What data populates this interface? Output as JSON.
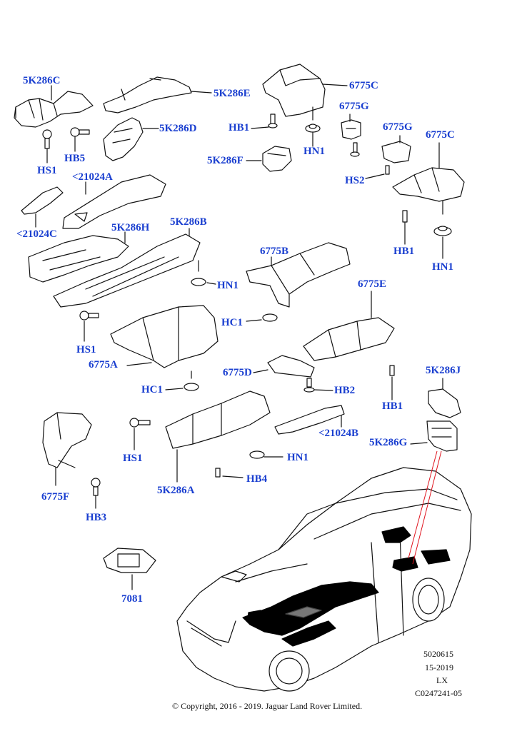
{
  "labels": {
    "5K286C": "5K286C",
    "5K286E": "5K286E",
    "6775C_top": "6775C",
    "6775G_a": "6775G",
    "6775G_b": "6775G",
    "6775C_b": "6775C",
    "HB1_a": "HB1",
    "5K286D": "5K286D",
    "HN1_a": "HN1",
    "HS1_a": "HS1",
    "HB5": "HB5",
    "5K286F": "5K286F",
    "HS2": "HS2",
    "21024A": "<21024A",
    "21024C": "<21024C",
    "5K286H": "5K286H",
    "5K286B": "5K286B",
    "HB1_b": "HB1",
    "HN1_b": "HN1",
    "6775B": "6775B",
    "HN1_c": "HN1",
    "6775E": "6775E",
    "HC1_a": "HC1",
    "HS1_b": "HS1",
    "6775A": "6775A",
    "6775D": "6775D",
    "5K286J": "5K286J",
    "HC1_b": "HC1",
    "HB2": "HB2",
    "HB1_c": "HB1",
    "21024B": "<21024B",
    "5K286G": "5K286G",
    "HS1_c": "HS1",
    "HN1_d": "HN1",
    "6775F": "6775F",
    "HB4": "HB4",
    "5K286A": "5K286A",
    "HB3": "HB3",
    "7081": "7081"
  },
  "meta": {
    "line1": "5020615",
    "line2": "15-2019",
    "line3": "LX",
    "line4": "C0247241-05"
  },
  "copyright": "© Copyright, 2016 - 2019. Jaguar Land Rover Limited.",
  "colors": {
    "label": "#1a3fd0",
    "leader_red": "#e0141e",
    "line": "#111111"
  }
}
